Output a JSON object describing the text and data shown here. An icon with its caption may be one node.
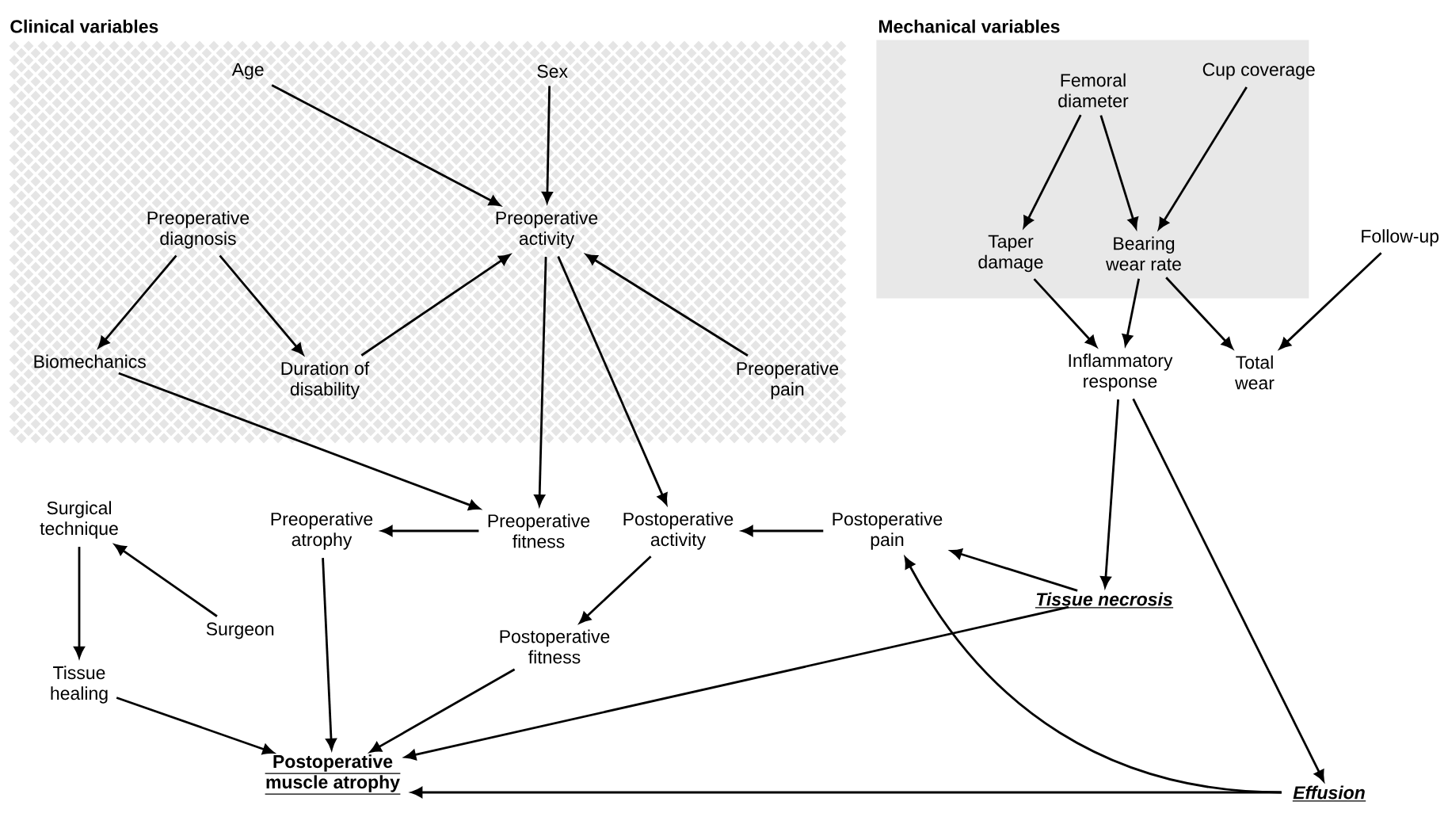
{
  "diagram": {
    "nodes": [
      {
        "text": [
          "Clinical variables"
        ]
      },
      {
        "text": [
          "Age"
        ],
        "in": 0
      },
      {
        "text": [
          "Sex"
        ],
        "in": 0
      },
      {
        "text": [
          "Preoperative activity"
        ],
        "in": 0
      },
      {
        "text": [
          "Preoperative diagnosis"
        ],
        "in": 0
      },
      {
        "text": [
          "Biomechanics"
        ],
        "in": 0
      },
      {
        "text": [
          "Duration of disability"
        ],
        "in": 0
      },
      {
        "text": [
          "Preoperative pain"
        ],
        "in": 0
      },
      {
        "text": [
          "Mechanical variables"
        ]
      },
      {
        "text": [
          "Femoral diameter"
        ],
        "in": 8
      },
      {
        "text": [
          "Cup coverage"
        ],
        "in": 8
      },
      {
        "text": [
          "Taper damage"
        ],
        "in": 8
      },
      {
        "text": [
          "Bearing wear rate"
        ],
        "in": 8
      },
      {
        "text": [
          "Follow-up"
        ]
      },
      {
        "text": [
          "Inflammatory response"
        ]
      },
      {
        "text": [
          "Total wear"
        ]
      },
      {
        "text": [
          "Surgical technique"
        ]
      },
      {
        "text": [
          "Preoperative atrophy"
        ]
      },
      {
        "text": [
          "Preoperative fitness"
        ]
      },
      {
        "text": [
          "Postoperative activity"
        ]
      },
      {
        "text": [
          "Postoperative pain"
        ]
      },
      {
        "text": [
          "Surgeon"
        ]
      },
      {
        "text": [
          "Postoperative fitness"
        ]
      },
      {
        "text": [
          "Tissue necrosis"
        ]
      },
      {
        "text": [
          "Tissue healing"
        ]
      },
      {
        "text": [
          "Postoperative muscle atrophy"
        ]
      },
      {
        "text": [
          "Effusion"
        ]
      }
    ],
    "edges": [
      {
        "from": 1,
        "to": 3,
        "arrow": "to"
      },
      {
        "from": 2,
        "to": 3,
        "arrow": "to"
      },
      {
        "from": 4,
        "to": 5,
        "arrow": "to"
      },
      {
        "from": 4,
        "to": 6,
        "arrow": "to"
      },
      {
        "from": 6,
        "to": 3,
        "arrow": "to"
      },
      {
        "from": 7,
        "to": 3,
        "arrow": "to"
      },
      {
        "from": 3,
        "to": 18,
        "arrow": "to"
      },
      {
        "from": 3,
        "to": 19,
        "arrow": "to"
      },
      {
        "from": 5,
        "to": 18,
        "arrow": "to"
      },
      {
        "from": 9,
        "to": 11,
        "arrow": "to"
      },
      {
        "from": 9,
        "to": 12,
        "arrow": "to"
      },
      {
        "from": 10,
        "to": 12,
        "arrow": "to"
      },
      {
        "from": 11,
        "to": 14,
        "arrow": "to"
      },
      {
        "from": 12,
        "to": 14,
        "arrow": "to"
      },
      {
        "from": 12,
        "to": 15,
        "arrow": "to"
      },
      {
        "from": 13,
        "to": 15,
        "arrow": "to"
      },
      {
        "from": 14,
        "to": 23,
        "arrow": "to"
      },
      {
        "from": 14,
        "to": 26,
        "arrow": "to"
      },
      {
        "from": 18,
        "to": 17,
        "arrow": "to"
      },
      {
        "from": 20,
        "to": 19,
        "arrow": "to"
      },
      {
        "from": 19,
        "to": 22,
        "arrow": "to"
      },
      {
        "from": 23,
        "to": 20,
        "arrow": "to"
      },
      {
        "from": 26,
        "to": 20,
        "arrow": "to"
      },
      {
        "from": 21,
        "to": 16,
        "arrow": "to"
      },
      {
        "from": 16,
        "to": 24,
        "arrow": "to"
      },
      {
        "from": 24,
        "to": 25,
        "arrow": "to"
      },
      {
        "from": 17,
        "to": 25,
        "arrow": "to"
      },
      {
        "from": 22,
        "to": 25,
        "arrow": "to"
      },
      {
        "from": 23,
        "to": 25,
        "arrow": "to"
      },
      {
        "from": 26,
        "to": 25,
        "arrow": "to"
      }
    ]
  }
}
